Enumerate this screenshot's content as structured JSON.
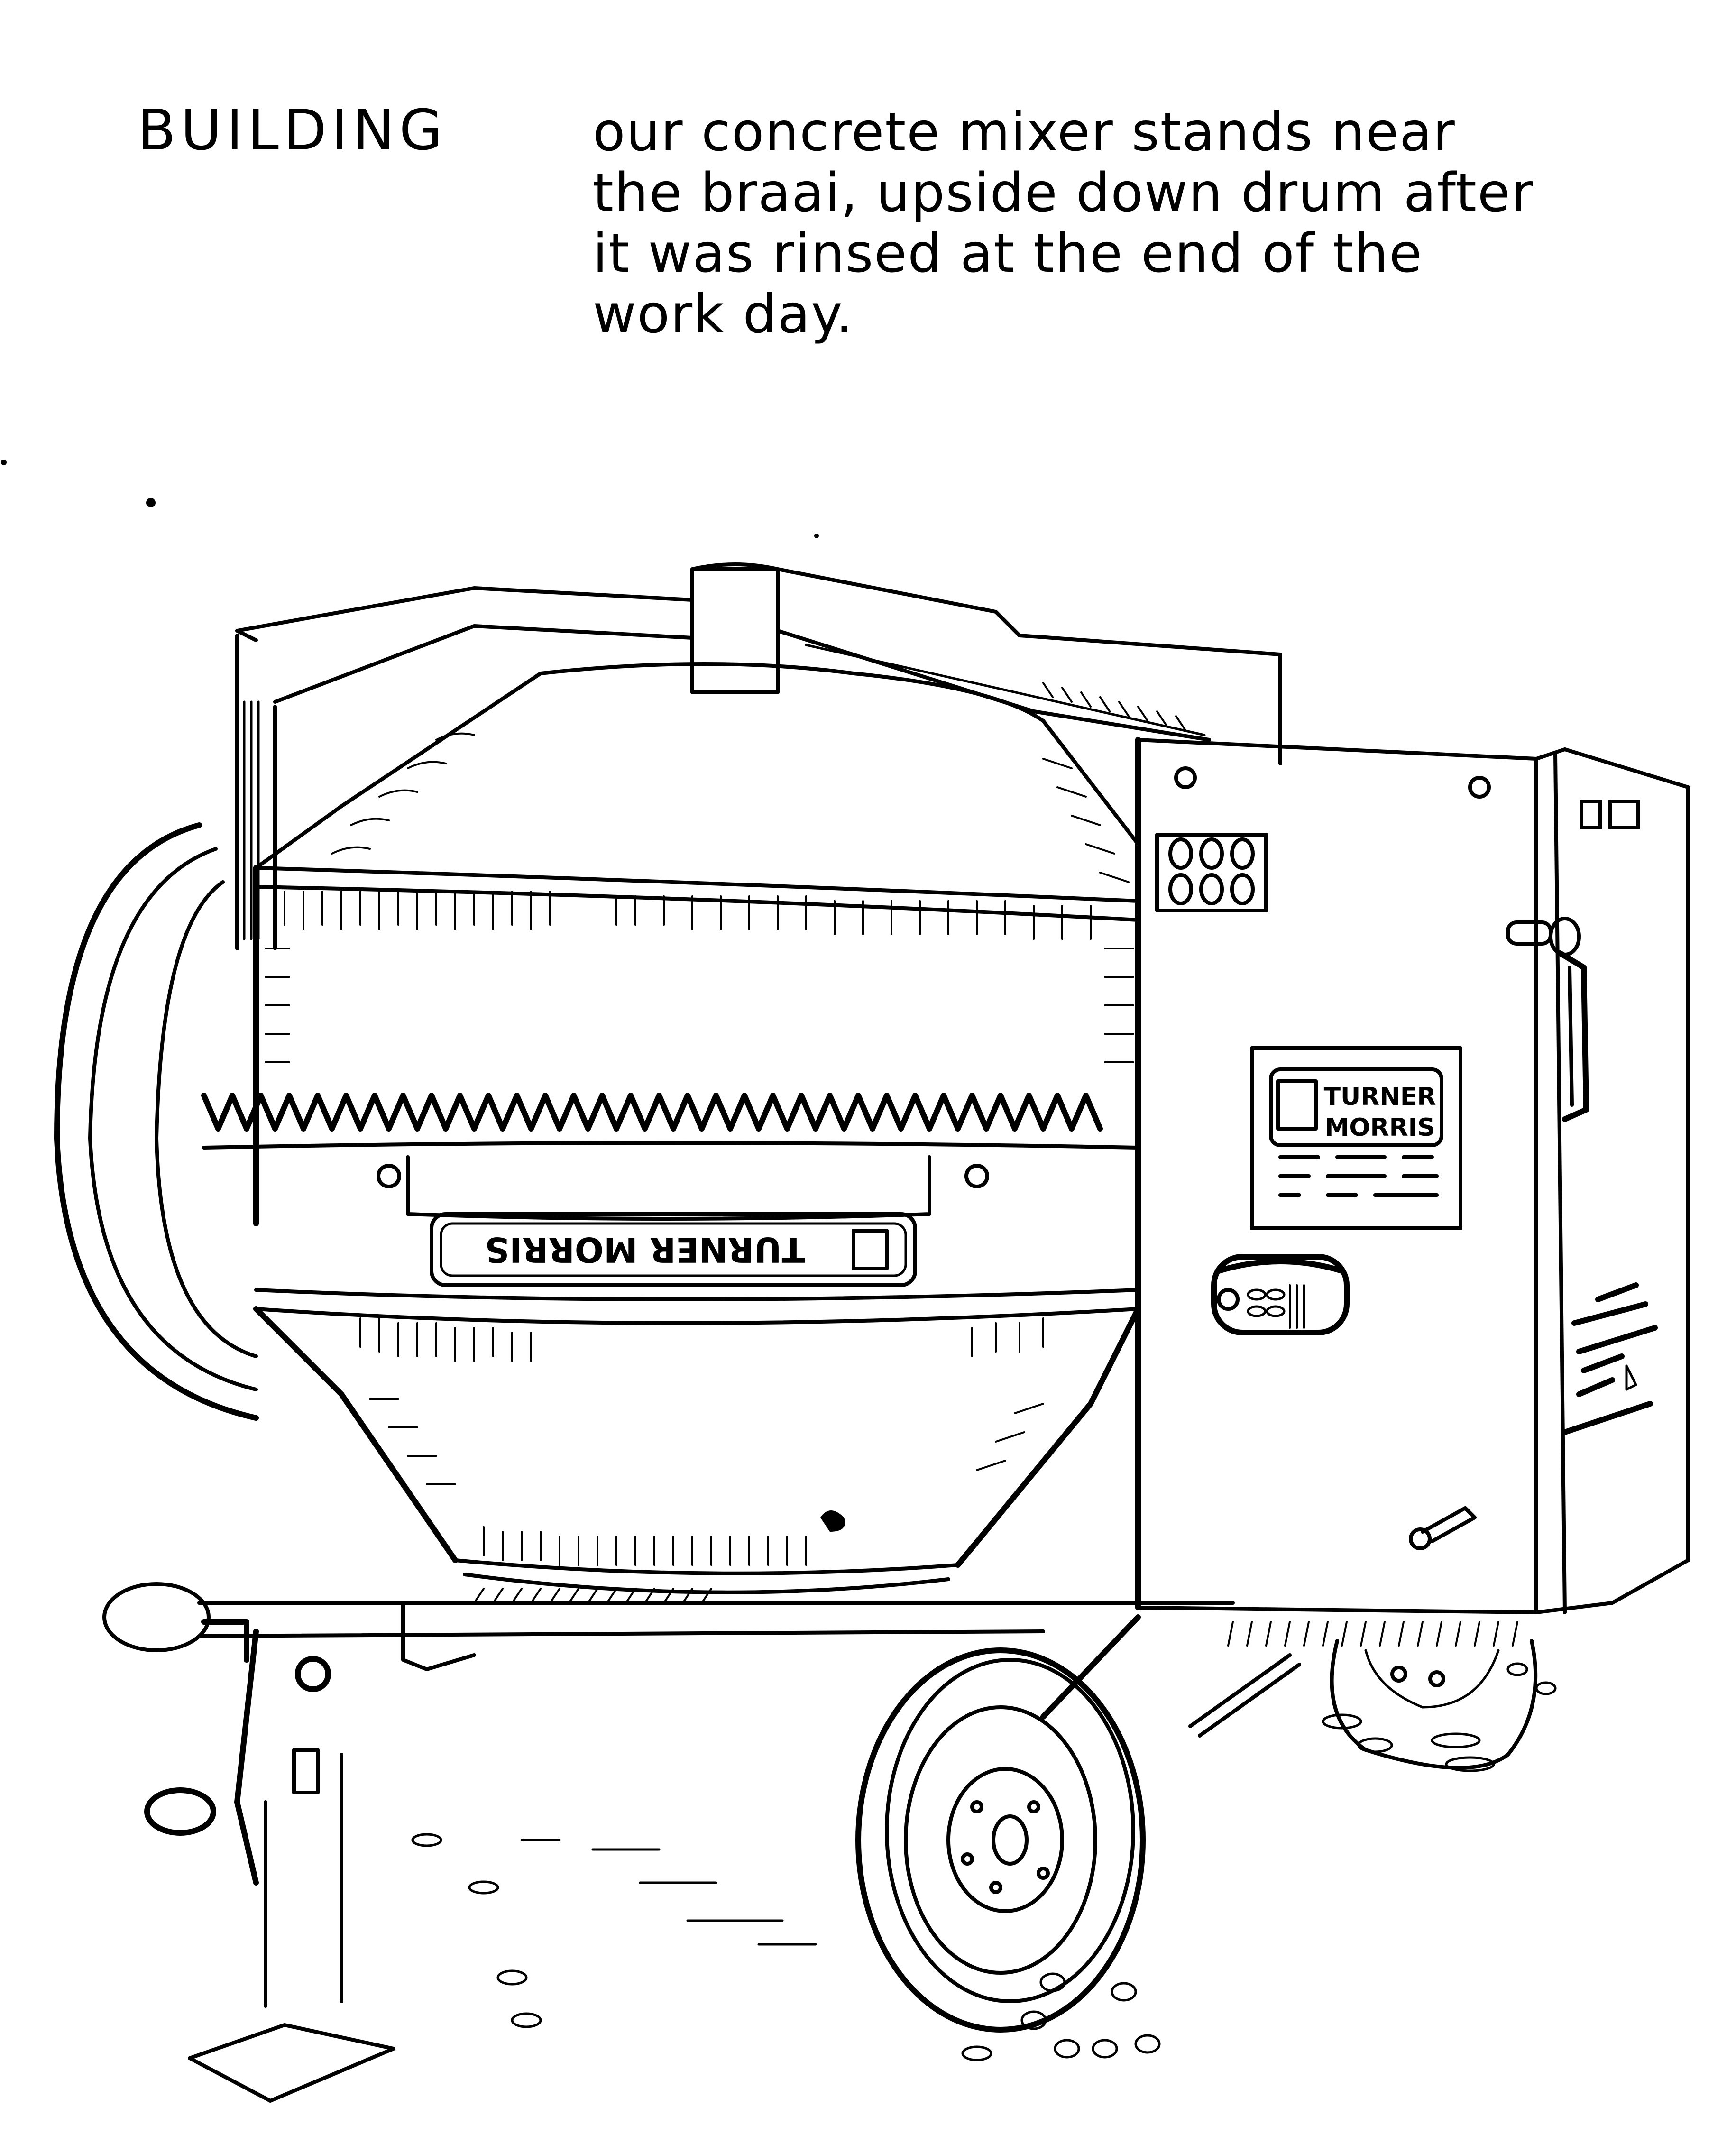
{
  "page": {
    "type": "sketchbook-page",
    "medium": "pen and ink",
    "background_color": "#ffffff",
    "ink_color": "#000000"
  },
  "heading": {
    "title": "BUILDING"
  },
  "caption": {
    "lines": [
      "our concrete mixer stands near",
      "the braai, upside down drum after",
      "it was rinsed at the end of the",
      "work day."
    ]
  },
  "drawing": {
    "subject": "concrete mixer with upside-down drum",
    "drum_badge": {
      "text": "TURNER MORRIS",
      "orientation": "upside-down",
      "logo_icon": "tm-logo-icon"
    },
    "engine_panel_badge": {
      "line1": "TURNER",
      "line2": "MORRIS",
      "logo_icon": "tm-logo-icon"
    },
    "control_panel": {
      "buttons_rows": 2,
      "buttons_per_row": 3
    },
    "parts": [
      "drum",
      "drum-gear-ring",
      "a-frame-yoke",
      "engine-housing",
      "engine-door-handle",
      "engine-window",
      "vent-slots",
      "tow-bar",
      "jockey-stand",
      "front-wheel",
      "rear-wheel",
      "tilt-handwheel",
      "splash-marks"
    ]
  }
}
